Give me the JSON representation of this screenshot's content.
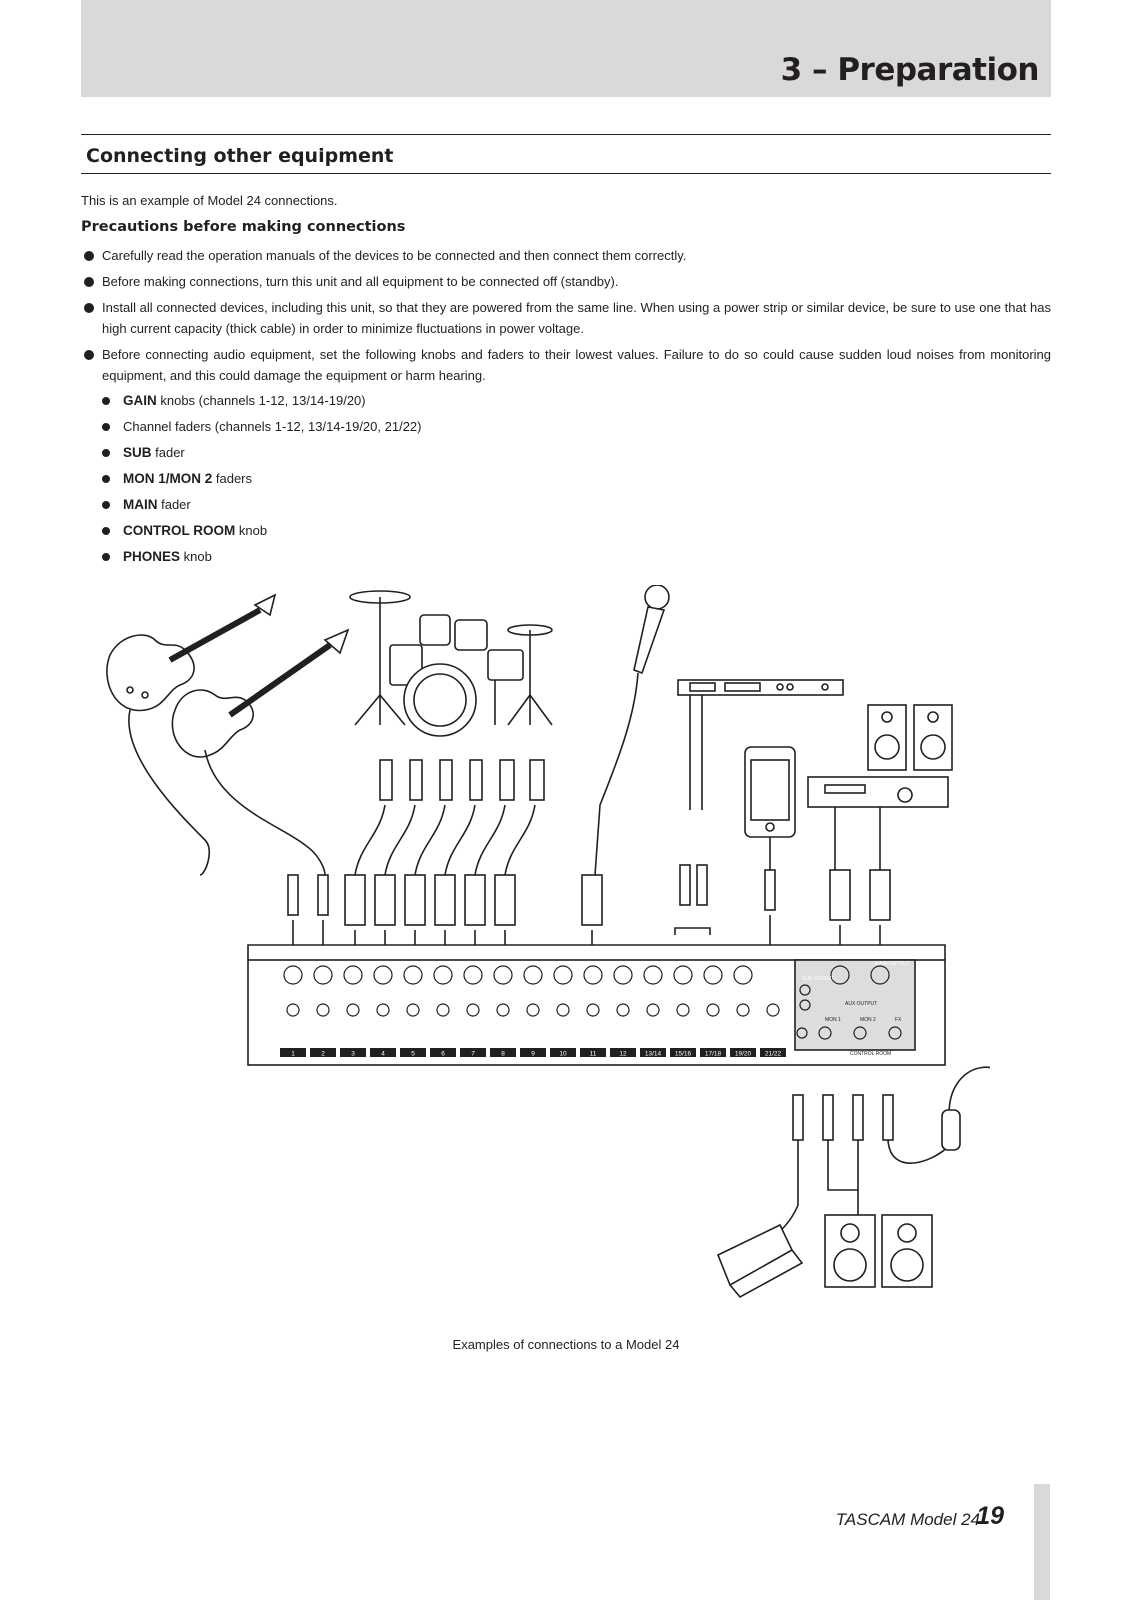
{
  "header": {
    "chapter_title": "3 – Preparation"
  },
  "section": {
    "title": "Connecting other equipment",
    "intro": "This is an example of Model 24 connections.",
    "subheading": "Precautions before making connections"
  },
  "bullets": [
    "Carefully read the operation manuals of the devices to be connected and then connect them correctly.",
    "Before making connections, turn this unit and all equipment to be connected off (standby).",
    "Install all connected devices, including this unit, so that they are powered from the same line. When using a power strip or similar device, be sure to use one that has high current capacity (thick cable) in order to minimize fluctuations in power voltage.",
    "Before connecting audio equipment, set the following knobs and faders to their lowest values. Failure to do so could cause sudden loud noises from monitoring equipment, and this could damage the equipment or harm hearing."
  ],
  "sub_bullets": [
    {
      "keyword": "GAIN",
      "text": " knobs (channels 1-12, 13/14-19/20)"
    },
    {
      "keyword": "",
      "text": "Channel faders (channels 1-12, 13/14-19/20, 21/22)"
    },
    {
      "keyword": "SUB",
      "text": " fader"
    },
    {
      "keyword": "MON 1/MON 2",
      "text": " faders"
    },
    {
      "keyword": "MAIN",
      "text": " fader"
    },
    {
      "keyword": "CONTROL ROOM",
      "text": " knob"
    },
    {
      "keyword": "PHONES",
      "text": " knob"
    }
  ],
  "diagram": {
    "caption": "Examples of connections to a Model 24",
    "channel_labels": [
      "1",
      "2",
      "3",
      "4",
      "5",
      "6",
      "7",
      "8",
      "9",
      "10",
      "11",
      "12",
      "13/14",
      "15/16",
      "17/18",
      "19/20",
      "21/22"
    ],
    "panel_labels": {
      "sub_output": "SUB OUTPUT",
      "aux_output": "AUX OUTPUT",
      "mon1": "MON 1",
      "mon2": "MON 2",
      "fx": "FX",
      "control_room": "CONTROL ROOM",
      "main_output": "MAIN OUTPUT"
    }
  },
  "footer": {
    "brand": "TASCAM  Model 24",
    "page_number": "19"
  }
}
